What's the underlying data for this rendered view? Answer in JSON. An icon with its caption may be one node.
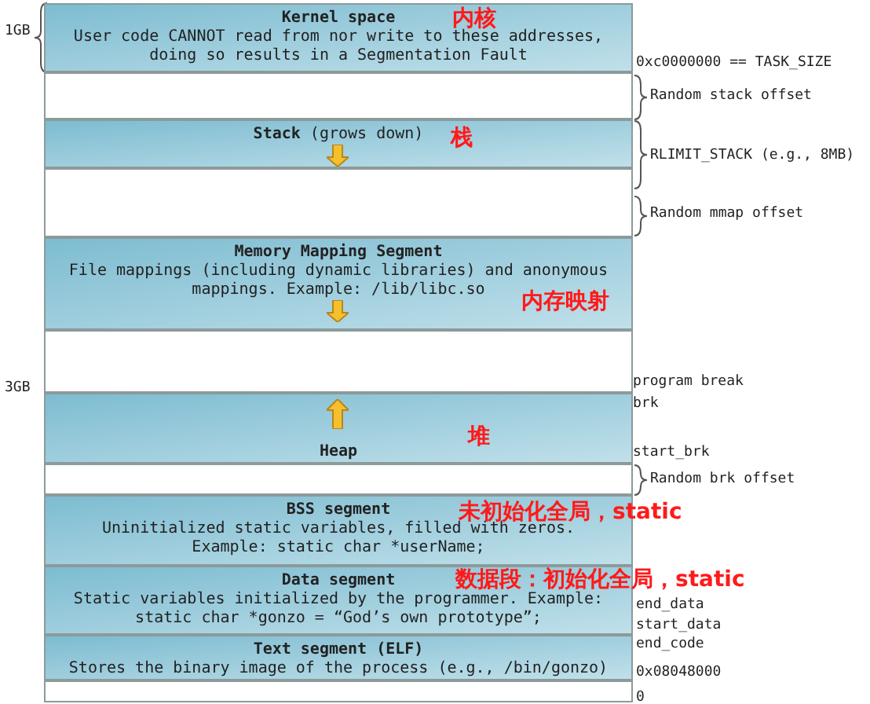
{
  "diagram": {
    "nodes": [
      {
        "text": [
          "Kernel space",
          "内核",
          "User code CANNOT read from nor write to these addresses, doing so results in a Segmentation Fault"
        ]
      },
      {
        "text": [],
        "shape": "box"
      },
      {
        "text": [
          "**Stack** (grows down)",
          "栈"
        ]
      },
      {
        "text": [],
        "shape": "box"
      },
      {
        "text": [
          "Memory Mapping Segment",
          "File mappings (including dynamic libraries) and anonymous mappings. Example: /lib/libc.so",
          "内存映射"
        ]
      },
      {
        "text": [],
        "shape": "box"
      },
      {
        "text": [
          "堆",
          "Heap"
        ]
      },
      {
        "text": [],
        "shape": "box"
      },
      {
        "text": [
          "BSS segment",
          "未初始化全局，static",
          "Uninitialized static variables, filled with zeros. Example: static char *userName;"
        ]
      },
      {
        "text": [
          "Data segment",
          "数据段：初始化全局，static",
          "Static variables initialized by the programmer. Example: static char *gonzo = “God’s own prototype”;"
        ]
      },
      {
        "text": [
          "Text segment (ELF)",
          "Stores the binary image of the process (e.g., /bin/gonzo)"
        ]
      },
      {
        "text": [],
        "shape": "box"
      }
    ],
    "edges": [],
    "labels": [
      "1GB",
      "0xc0000000 == TASK_SIZE",
      "Random stack offset",
      "RLIMIT_STACK (e.g., 8MB)",
      "Random mmap offset",
      "3GB",
      "program break",
      "brk",
      "start_brk",
      "Random brk offset",
      "end_data",
      "start_data",
      "end_code",
      "0x08048000",
      "0"
    ]
  }
}
